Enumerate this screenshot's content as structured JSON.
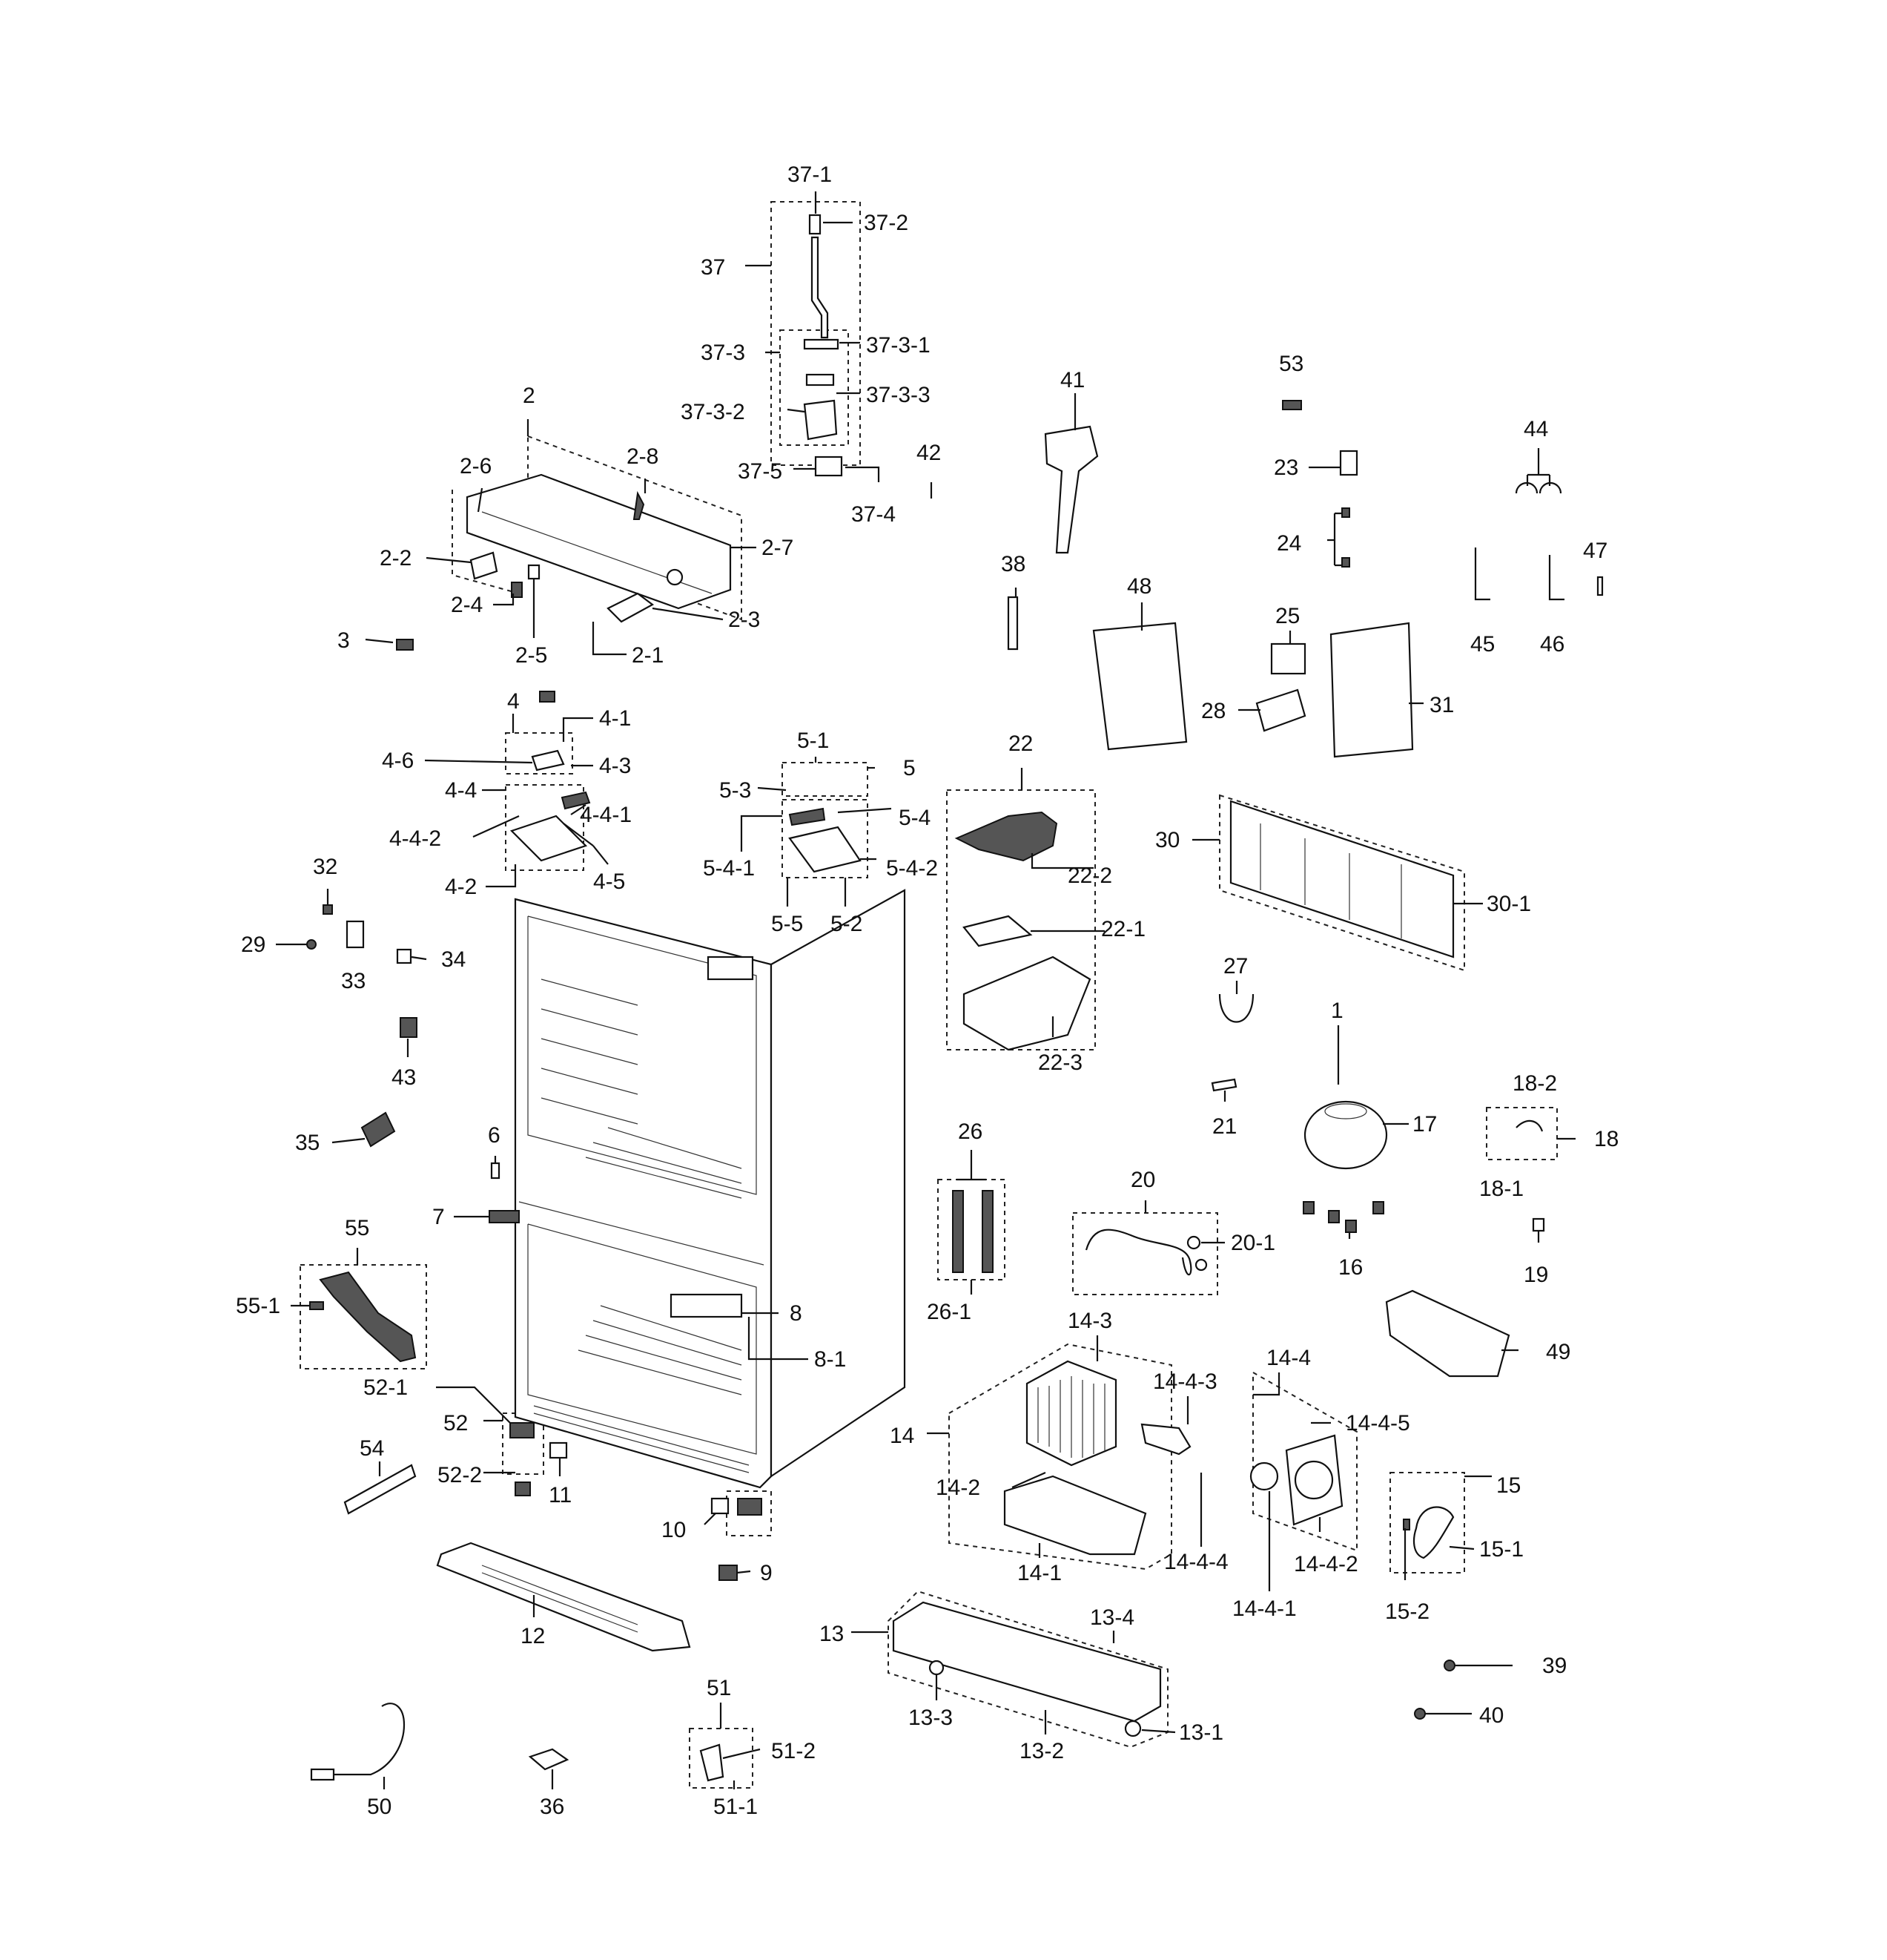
{
  "labels": {
    "p37_1": "37-1",
    "p37_2": "37-2",
    "p37": "37",
    "p37_3": "37-3",
    "p37_3_1": "37-3-1",
    "p37_3_3": "37-3-3",
    "p37_3_2": "37-3-2",
    "p37_5": "37-5",
    "p37_4": "37-4",
    "p42": "42",
    "p41": "41",
    "p53": "53",
    "p23": "23",
    "p24": "24",
    "p44": "44",
    "p45": "45",
    "p46": "46",
    "p47": "47",
    "p38": "38",
    "p48": "48",
    "p25": "25",
    "p28": "28",
    "p31": "31",
    "p2": "2",
    "p2_6": "2-6",
    "p2_8": "2-8",
    "p2_7": "2-7",
    "p2_2": "2-2",
    "p2_4": "2-4",
    "p2_3": "2-3",
    "p2_5": "2-5",
    "p2_1": "2-1",
    "p3": "3",
    "p4": "4",
    "p4_1": "4-1",
    "p4_6": "4-6",
    "p4_3": "4-3",
    "p4_4": "4-4",
    "p4_4_1": "4-4-1",
    "p4_4_2": "4-4-2",
    "p4_2": "4-2",
    "p4_5": "4-5",
    "p5_1": "5-1",
    "p5": "5",
    "p5_3": "5-3",
    "p5_4": "5-4",
    "p5_4_1": "5-4-1",
    "p5_4_2": "5-4-2",
    "p5_5": "5-5",
    "p5_2": "5-2",
    "p22": "22",
    "p22_2": "22-2",
    "p22_1": "22-1",
    "p22_3": "22-3",
    "p30": "30",
    "p30_1": "30-1",
    "p27": "27",
    "p1": "1",
    "p21": "21",
    "p17": "17",
    "p18_2": "18-2",
    "p18": "18",
    "p18_1": "18-1",
    "p16": "16",
    "p19": "19",
    "p32": "32",
    "p29": "29",
    "p33": "33",
    "p34": "34",
    "p43": "43",
    "p35": "35",
    "p6": "6",
    "p7": "7",
    "p55": "55",
    "p55_1": "55-1",
    "p8": "8",
    "p8_1": "8-1",
    "p26": "26",
    "p26_1": "26-1",
    "p20": "20",
    "p20_1": "20-1",
    "p49": "49",
    "p14_3": "14-3",
    "p14_4": "14-4",
    "p14_4_3": "14-4-3",
    "p14_4_5": "14-4-5",
    "p14": "14",
    "p14_2": "14-2",
    "p14_1": "14-1",
    "p14_4_4": "14-4-4",
    "p14_4_2": "14-4-2",
    "p14_4_1": "14-4-1",
    "p15": "15",
    "p15_1": "15-1",
    "p15_2": "15-2",
    "p52_1": "52-1",
    "p52": "52",
    "p52_2": "52-2",
    "p11": "11",
    "p54": "54",
    "p10": "10",
    "p9": "9",
    "p12": "12",
    "p13": "13",
    "p13_4": "13-4",
    "p13_3": "13-3",
    "p13_2": "13-2",
    "p13_1": "13-1",
    "p39": "39",
    "p40": "40",
    "p51": "51",
    "p51_2": "51-2",
    "p51_1": "51-1",
    "p50": "50",
    "p36": "36"
  }
}
